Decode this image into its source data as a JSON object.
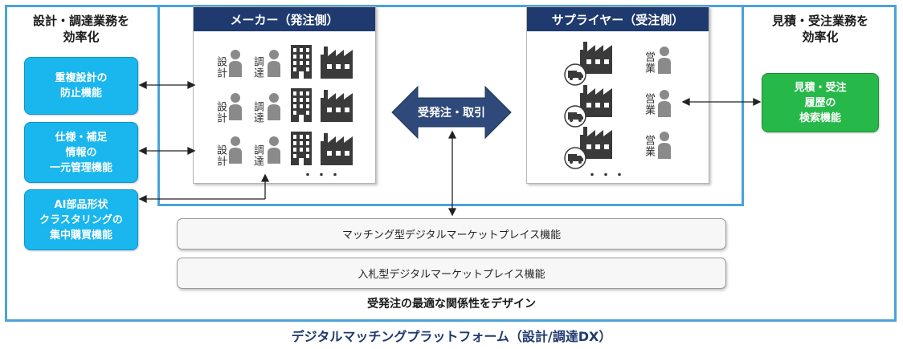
{
  "left_title": "設計・調達業務を\n効率化",
  "right_title": "見積・受注業務を\n効率化",
  "maker_title": "メーカー（発注側）",
  "supplier_title": "サプライヤー（受注側）",
  "labels": {
    "design": "設計",
    "procurement": "調達",
    "sales": "営業",
    "dots": "・・・"
  },
  "left_functions": [
    "重複設計の\n防止機能",
    "仕様・補足\n情報の\n一元管理機能",
    "AI部品形状\nクラスタリングの\n集中購買機能"
  ],
  "right_function": "見積・受注\n履歴の\n検索機能",
  "center_arrow": "受発注・取引",
  "marketplace_bars": [
    "マッチング型デジタルマーケットプレイス機能",
    "入札型デジタルマーケットプレイス機能"
  ],
  "center_caption": "受発注の最適な関係性をデザイン",
  "bottom_caption": "デジタルマッチングプラットフォーム（設計/調達DX）",
  "colors": {
    "frame": "#4aa3d9",
    "header": "#1f3a6e",
    "blue_button": "#1ab6ee",
    "green_button": "#27b84a",
    "icon_gray": "#8a8a8a",
    "icon_dark": "#3a3a3a"
  },
  "icons": [
    "person-icon",
    "office-building-icon",
    "factory-icon",
    "truck-icon",
    "double-arrow-icon"
  ]
}
